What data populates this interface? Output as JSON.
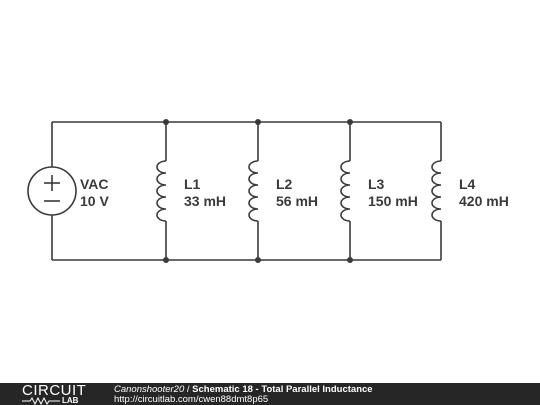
{
  "source": {
    "name": "VAC",
    "value": "10 V"
  },
  "inductors": [
    {
      "name": "L1",
      "value": "33 mH"
    },
    {
      "name": "L2",
      "value": "56 mH"
    },
    {
      "name": "L3",
      "value": "150 mH"
    },
    {
      "name": "L4",
      "value": "420 mH"
    }
  ],
  "footer": {
    "logo_top": "CIRCUIT",
    "logo_bottom": "LAB",
    "author": "Canonshooter20",
    "separator": " / ",
    "title": "Schematic 18 - Total Parallel Inductance",
    "url": "http://circuitlab.com/cwen88dmt8p65"
  },
  "colors": {
    "line": "#3a3a3a",
    "footer_bg": "#262626"
  }
}
